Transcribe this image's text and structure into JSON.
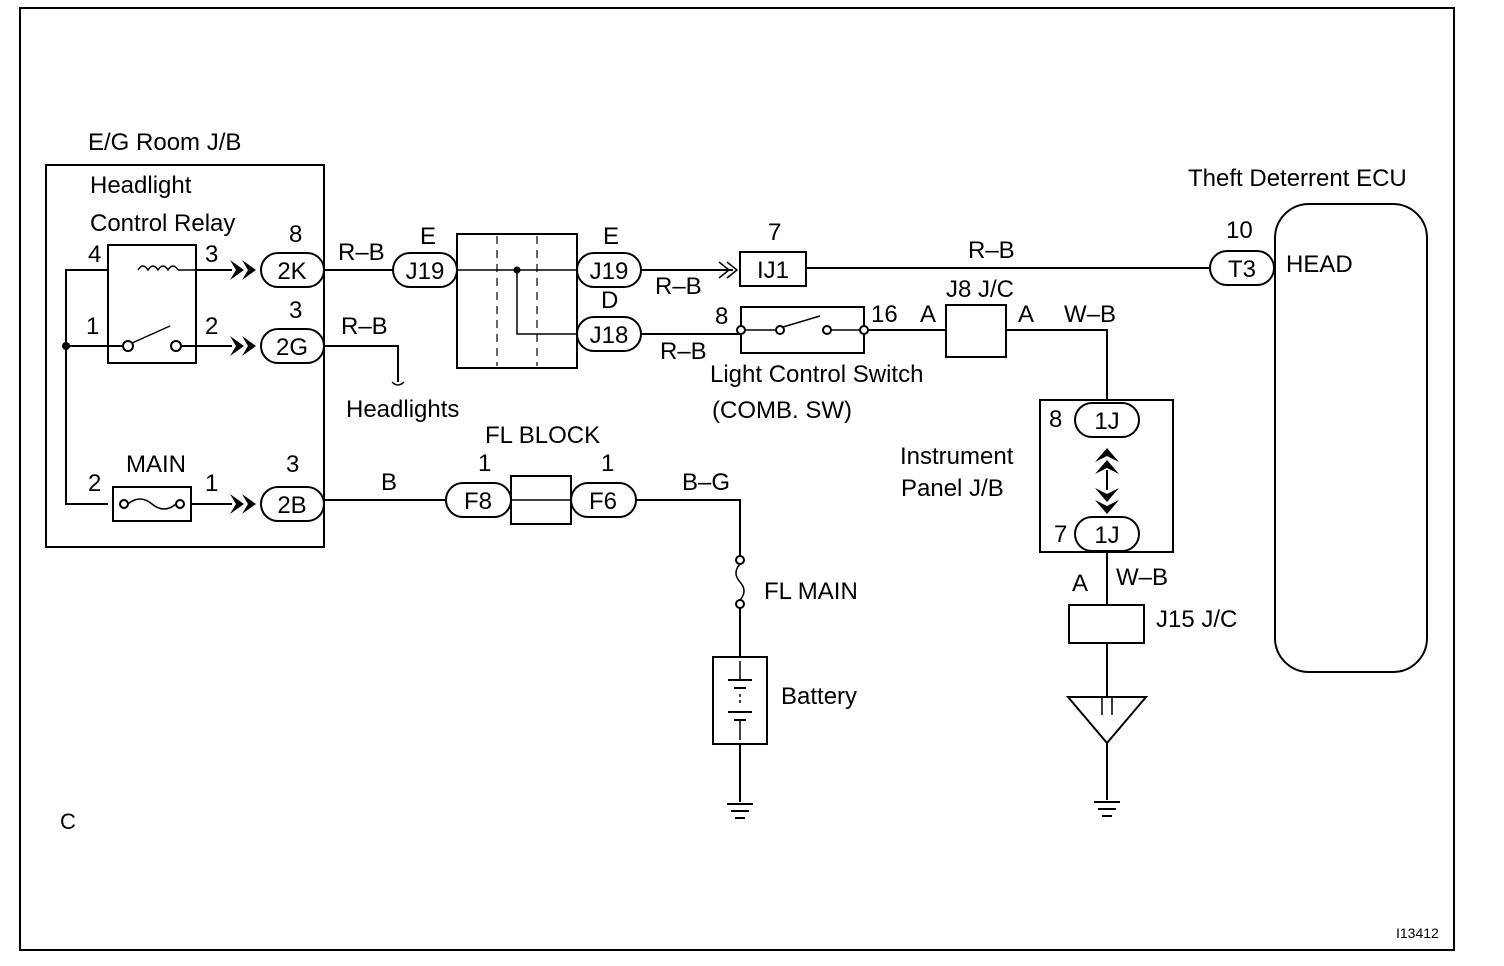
{
  "colors": {
    "line": "#000000",
    "background": "#ffffff"
  },
  "icons": {
    "relay": "relay-icon",
    "fuse": "fuse-icon",
    "battery": "battery-icon",
    "ground": "ground-icon",
    "connector": "connector-icon",
    "switch": "switch-icon"
  },
  "eg_room_jb": {
    "title": "E/G Room J/B",
    "relay_label_1": "Headlight",
    "relay_label_2": "Control Relay",
    "relay_pin_4": "4",
    "relay_pin_3": "3",
    "relay_pin_1": "1",
    "relay_pin_2": "2",
    "fuse_label": "MAIN",
    "fuse_pin_2": "2",
    "fuse_pin_1": "1",
    "conn_2k": "2K",
    "conn_2k_pin": "8",
    "conn_2g": "2G",
    "conn_2g_pin": "3",
    "conn_2b": "2B",
    "conn_2b_pin": "3"
  },
  "wires": {
    "rb_1": "R–B",
    "rb_2": "R–B",
    "rb_3": "R–B",
    "rb_4": "R–B",
    "rb_5": "R–B",
    "b": "B",
    "bg": "B–G",
    "wb_1": "W–B",
    "wb_2": "W–B"
  },
  "junctions": {
    "j19_left": "J19",
    "j19_left_pin": "E",
    "j19_right": "J19",
    "j19_right_pin": "E",
    "j18": "J18",
    "j18_pin": "D"
  },
  "headlights": {
    "label": "Headlights"
  },
  "ij1": {
    "label": "IJ1",
    "pin": "7"
  },
  "light_control_switch": {
    "label_1": "Light Control Switch",
    "label_2": "(COMB. SW)",
    "pin_left": "8",
    "pin_right": "16"
  },
  "j8_jc": {
    "label": "J8 J/C",
    "pin_left": "A",
    "pin_right": "A"
  },
  "ecu": {
    "title": "Theft Deterrent ECU",
    "conn": "T3",
    "pin": "10",
    "terminal": "HEAD"
  },
  "instrument_panel_jb": {
    "label_1": "Instrument",
    "label_2": "Panel J/B",
    "conn_top": "1J",
    "conn_top_pin": "8",
    "conn_bottom": "1J",
    "conn_bottom_pin": "7"
  },
  "j15_jc": {
    "label": "J15 J/C",
    "pin": "A"
  },
  "fl_block": {
    "label": "FL BLOCK",
    "conn_left": "F8",
    "conn_left_pin": "1",
    "conn_right": "F6",
    "conn_right_pin": "1"
  },
  "fl_main": {
    "label": "FL MAIN"
  },
  "battery": {
    "label": "Battery"
  },
  "footer": {
    "corner_letter": "C",
    "figure_id": "I13412"
  }
}
